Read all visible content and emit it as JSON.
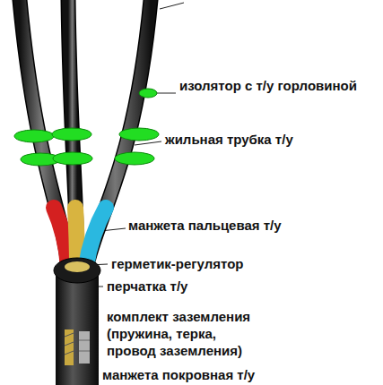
{
  "diagram": {
    "labels": [
      "изолятор с т/у горловиной",
      "жильная трубка т/у",
      "манжета пальцевая т/у",
      "герметик-регулятор",
      "перчатка т/у",
      "комплект заземления (пружина, терка, провод заземления)",
      "манжета покровная т/у"
    ]
  }
}
